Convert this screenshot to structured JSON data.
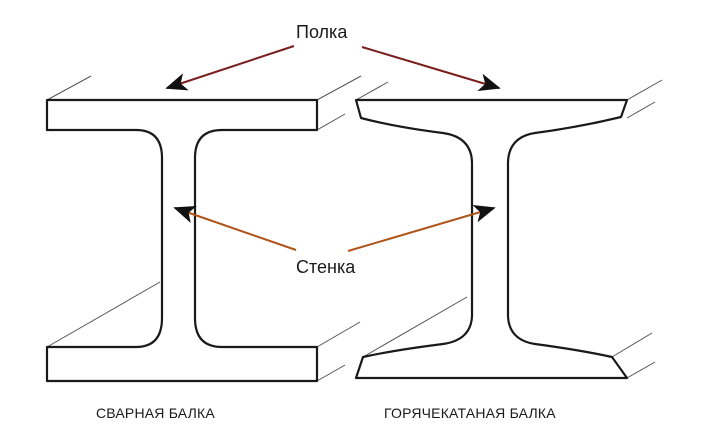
{
  "labels": {
    "flange": "Полка",
    "web": "Стенка",
    "welded_beam": "СВАРНАЯ БАЛКА",
    "rolled_beam": "ГОРЯЧЕКАТАНАЯ БАЛКА"
  },
  "colors": {
    "outline": "#1a1a1a",
    "depth_lines": "#555555",
    "flange_arrow": "#7a1e1e",
    "web_arrow": "#b0541a",
    "arrow_head": "#111111",
    "background": "#ffffff"
  }
}
